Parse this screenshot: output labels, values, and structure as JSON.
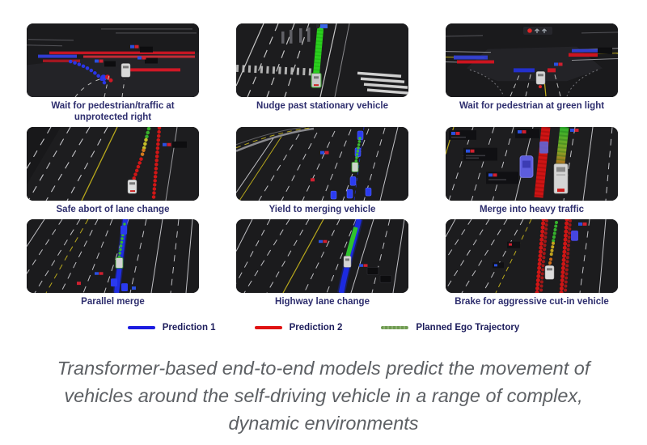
{
  "figure": {
    "tiles": [
      {
        "caption": "Wait for pedestrian/traffic at unprotected right"
      },
      {
        "caption": "Nudge past stationary vehicle"
      },
      {
        "caption": "Wait for pedestrian at green light"
      },
      {
        "caption": "Safe abort of lane change"
      },
      {
        "caption": "Yield to merging vehicle"
      },
      {
        "caption": "Merge into heavy traffic"
      },
      {
        "caption": "Parallel merge"
      },
      {
        "caption": "Highway lane change"
      },
      {
        "caption": "Brake for aggressive cut-in vehicle"
      }
    ],
    "legend": {
      "items": [
        {
          "label": "Prediction 1",
          "color": "#1b1be0",
          "line_style": "solid"
        },
        {
          "label": "Prediction 2",
          "color": "#e01212",
          "line_style": "solid"
        },
        {
          "label": "Planned Ego Trajectory",
          "color": "#6f9b52",
          "line_style": "dotted"
        }
      ]
    },
    "caption_lines": [
      "Transformer-based end-to-end models predict the movement of",
      "vehicles around the self-driving vehicle in a range of complex,",
      "dynamic environments"
    ],
    "colors": {
      "background": "#ffffff",
      "tile_caption_text": "#2e2e6e",
      "legend_text": "#1d1d5c",
      "figure_caption_text": "#5d6064",
      "scene_background": "#1c1c1e"
    }
  }
}
